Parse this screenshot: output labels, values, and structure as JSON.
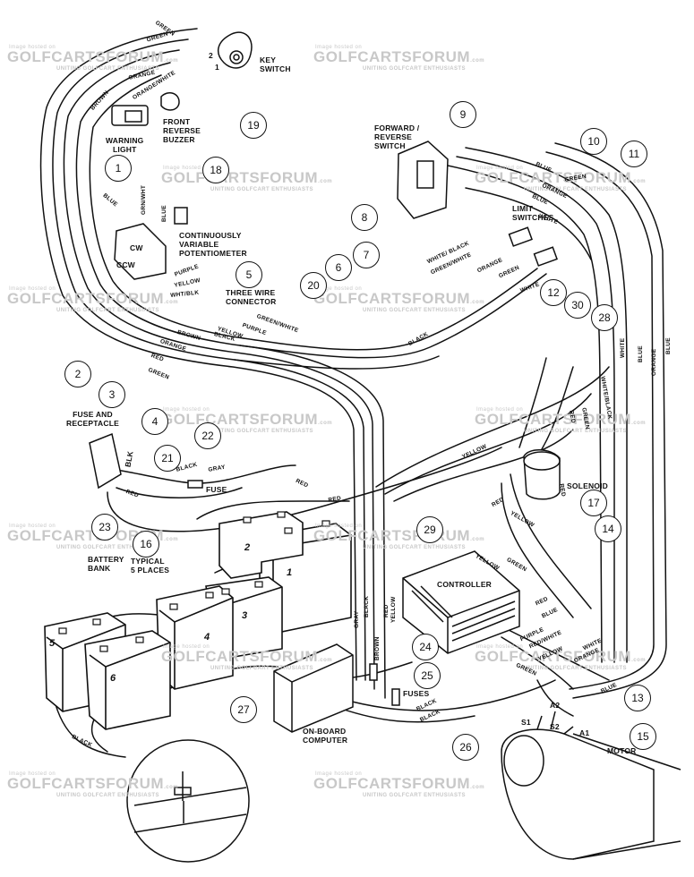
{
  "watermark": {
    "host": "Image hosted on",
    "brand": "GOLFCARTSFORUM",
    "com": ".com",
    "tagline": "UNITING GOLFCART ENTHUSIASTS"
  },
  "components": {
    "key_switch": "KEY\nSWITCH",
    "warning_light": "WARNING\nLIGHT",
    "front_reverse_buzzer": "FRONT\nREVERSE\nBUZZER",
    "potentiometer": "CONTINUOUSLY\nVARIABLE\nPOTENTIOMETER",
    "three_wire_connector": "THREE WIRE\nCONNECTOR",
    "forward_reverse_switch": "FORWARD /\nREVERSE\nSWITCH",
    "limit_switches": "LIMIT\nSWITCHES",
    "fuse_receptacle": "FUSE AND\nRECEPTACLE",
    "fuse": "FUSE",
    "battery_bank": "BATTERY\nBANK",
    "typical": "TYPICAL\n5 PLACES",
    "solenoid": "SOLENOID",
    "controller": "CONTROLLER",
    "fuses": "FUSES",
    "onboard_computer": "ON-BOARD\nCOMPUTER",
    "motor": "MOTOR"
  },
  "terminals": {
    "cw": "CW",
    "ccw": "CCW",
    "blk": "BLK",
    "a1": "A1",
    "a2": "A2",
    "s1": "S1",
    "s2": "S2",
    "ks1": "1",
    "ks2": "2"
  },
  "batteries": [
    "1",
    "2",
    "3",
    "4",
    "5",
    "6"
  ],
  "callouts": [
    "1",
    "2",
    "3",
    "4",
    "5",
    "6",
    "7",
    "8",
    "9",
    "10",
    "11",
    "12",
    "13",
    "14",
    "15",
    "16",
    "17",
    "18",
    "19",
    "20",
    "21",
    "22",
    "23",
    "24",
    "25",
    "26",
    "27",
    "28",
    "29",
    "30"
  ],
  "wire_labels": {
    "green": "GREEN",
    "orange": "ORANGE",
    "brown": "BROWN",
    "orange_white": "ORANGE/WHITE",
    "blue": "BLUE",
    "grn_wht": "GRN/WHT",
    "purple": "PURPLE",
    "yellow": "YELLOW",
    "wht_blk": "WHT/BLK",
    "green_white": "GREEN/WHITE",
    "black": "BLACK",
    "red": "RED",
    "white": "WHITE",
    "white_black": "WHITE/ BLACK",
    "white_black2": "WHITE/BLACK",
    "gray": "GRAY",
    "red_white": "RED/WHITE"
  }
}
